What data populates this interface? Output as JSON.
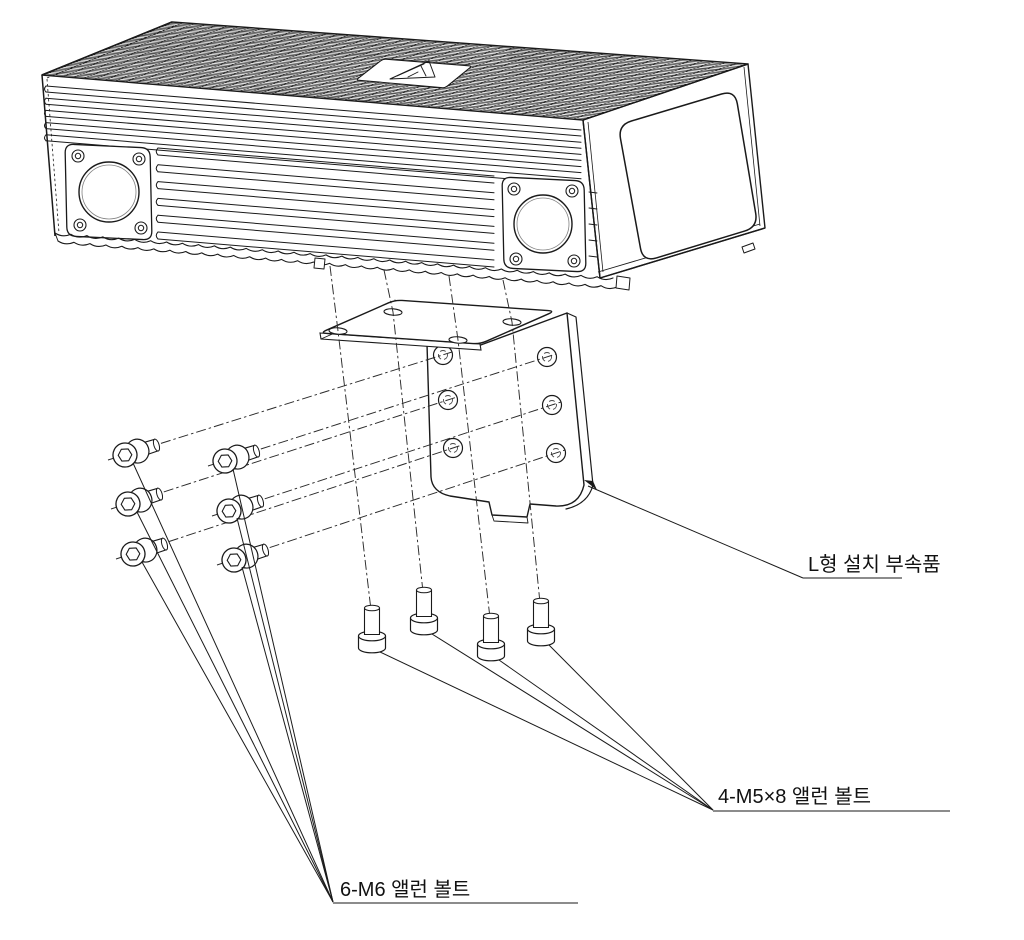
{
  "diagram": {
    "type": "exploded-assembly-drawing",
    "labels": {
      "bracket": "L형 설치 부속품",
      "m5_bolts": "4-M5×8 앨런 볼트",
      "m6_bolts": "6-M6 앨런 볼트"
    },
    "bolt_counts": {
      "m6": 6,
      "m5": 4
    },
    "colors": {
      "line": "#1a1a1a",
      "centerline": "#2a2a2a",
      "background": "#ffffff"
    }
  }
}
